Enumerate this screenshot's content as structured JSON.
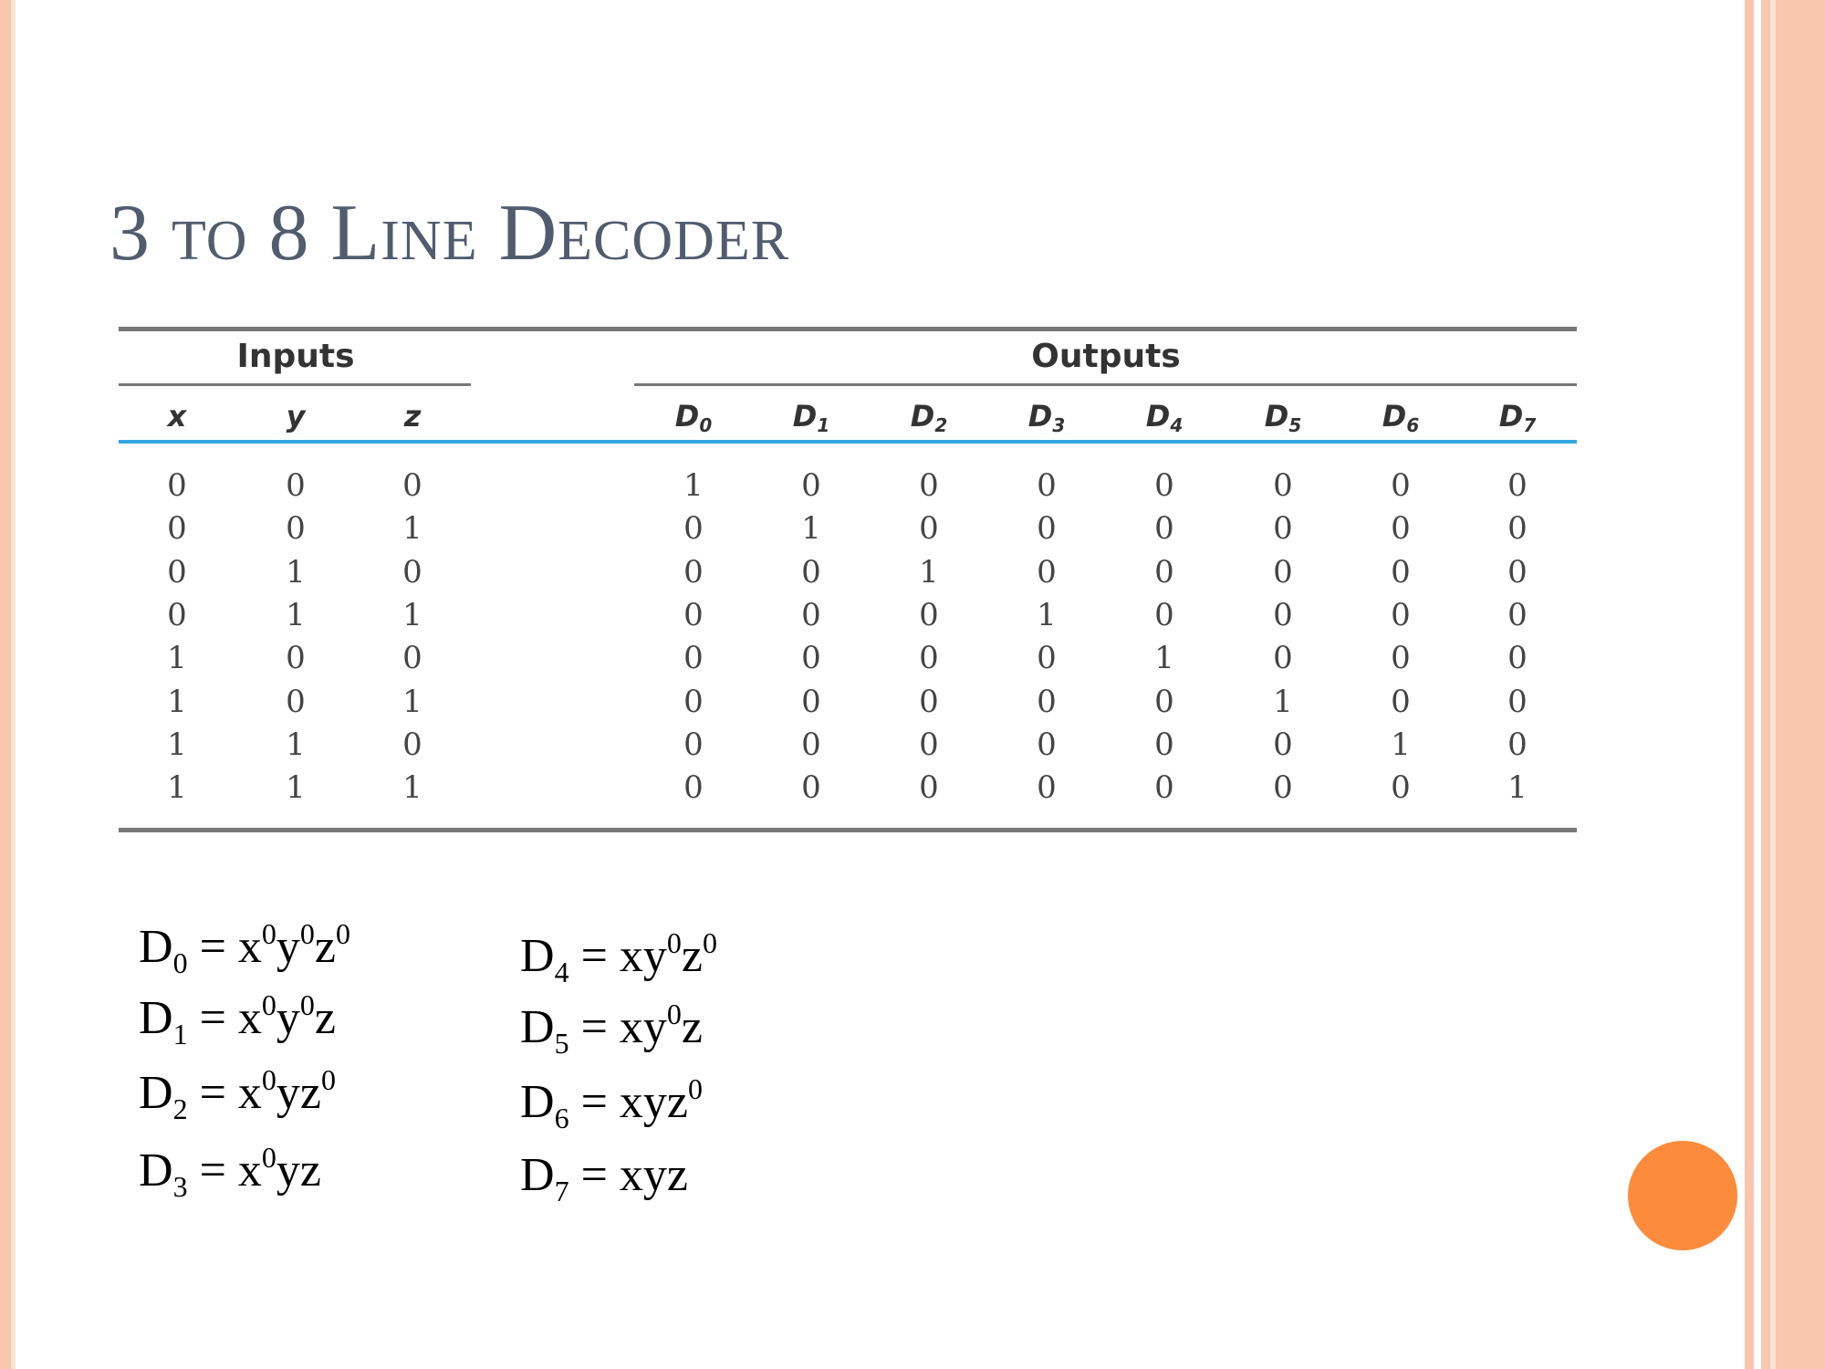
{
  "title": "3 to 8 Line Decoder",
  "table": {
    "inputs_header": "Inputs",
    "outputs_header": "Outputs",
    "input_cols": [
      "x",
      "y",
      "z"
    ],
    "output_cols": [
      {
        "base": "D",
        "sub": "0"
      },
      {
        "base": "D",
        "sub": "1"
      },
      {
        "base": "D",
        "sub": "2"
      },
      {
        "base": "D",
        "sub": "3"
      },
      {
        "base": "D",
        "sub": "4"
      },
      {
        "base": "D",
        "sub": "5"
      },
      {
        "base": "D",
        "sub": "6"
      },
      {
        "base": "D",
        "sub": "7"
      }
    ],
    "rows": [
      {
        "in": [
          "0",
          "0",
          "0"
        ],
        "out": [
          "1",
          "0",
          "0",
          "0",
          "0",
          "0",
          "0",
          "0"
        ]
      },
      {
        "in": [
          "0",
          "0",
          "1"
        ],
        "out": [
          "0",
          "1",
          "0",
          "0",
          "0",
          "0",
          "0",
          "0"
        ]
      },
      {
        "in": [
          "0",
          "1",
          "0"
        ],
        "out": [
          "0",
          "0",
          "1",
          "0",
          "0",
          "0",
          "0",
          "0"
        ]
      },
      {
        "in": [
          "0",
          "1",
          "1"
        ],
        "out": [
          "0",
          "0",
          "0",
          "1",
          "0",
          "0",
          "0",
          "0"
        ]
      },
      {
        "in": [
          "1",
          "0",
          "0"
        ],
        "out": [
          "0",
          "0",
          "0",
          "0",
          "1",
          "0",
          "0",
          "0"
        ]
      },
      {
        "in": [
          "1",
          "0",
          "1"
        ],
        "out": [
          "0",
          "0",
          "0",
          "0",
          "0",
          "1",
          "0",
          "0"
        ]
      },
      {
        "in": [
          "1",
          "1",
          "0"
        ],
        "out": [
          "0",
          "0",
          "0",
          "0",
          "0",
          "0",
          "1",
          "0"
        ]
      },
      {
        "in": [
          "1",
          "1",
          "1"
        ],
        "out": [
          "0",
          "0",
          "0",
          "0",
          "0",
          "0",
          "0",
          "1"
        ]
      }
    ]
  },
  "equations": [
    {
      "lhs": "D",
      "sub": "0",
      "rhs": [
        [
          "x",
          "0"
        ],
        [
          "y",
          "0"
        ],
        [
          "z",
          "0"
        ]
      ]
    },
    {
      "lhs": "D",
      "sub": "1",
      "rhs": [
        [
          "x",
          "0"
        ],
        [
          "y",
          "0"
        ],
        [
          "z",
          ""
        ]
      ]
    },
    {
      "lhs": "D",
      "sub": "2",
      "rhs": [
        [
          "x",
          "0"
        ],
        [
          "y",
          ""
        ],
        [
          "z",
          "0"
        ]
      ]
    },
    {
      "lhs": "D",
      "sub": "3",
      "rhs": [
        [
          "x",
          "0"
        ],
        [
          "y",
          ""
        ],
        [
          "z",
          ""
        ]
      ]
    },
    {
      "lhs": "D",
      "sub": "4",
      "rhs": [
        [
          "x",
          ""
        ],
        [
          "y",
          "0"
        ],
        [
          "z",
          "0"
        ]
      ]
    },
    {
      "lhs": "D",
      "sub": "5",
      "rhs": [
        [
          "x",
          ""
        ],
        [
          "y",
          "0"
        ],
        [
          "z",
          ""
        ]
      ]
    },
    {
      "lhs": "D",
      "sub": "6",
      "rhs": [
        [
          "x",
          ""
        ],
        [
          "y",
          ""
        ],
        [
          "z",
          "0"
        ]
      ]
    },
    {
      "lhs": "D",
      "sub": "7",
      "rhs": [
        [
          "x",
          ""
        ],
        [
          "y",
          ""
        ],
        [
          "z",
          ""
        ]
      ]
    }
  ],
  "colors": {
    "title": "#515c6e",
    "border": "#f9c6ae",
    "accent_dot": "#fd8b3c",
    "table_rule": "#32a6e0"
  }
}
